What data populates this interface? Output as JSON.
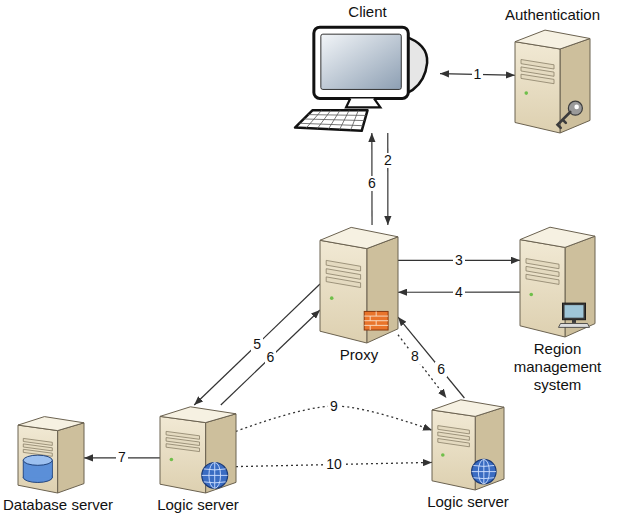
{
  "diagram": {
    "nodes": [
      {
        "text": [
          "Client"
        ]
      },
      {
        "text": [
          "Authentication"
        ]
      },
      {
        "text": [
          "Proxy"
        ]
      },
      {
        "text": [
          "Region management system"
        ]
      },
      {
        "text": [
          "Database server"
        ]
      },
      {
        "text": [
          "Logic server"
        ]
      },
      {
        "text": [
          "Logic server"
        ]
      }
    ],
    "edges": [
      {
        "from": 0,
        "to": 1,
        "arrow": "both",
        "label": "1"
      },
      {
        "from": 0,
        "to": 2,
        "arrow": "to",
        "label": "2"
      },
      {
        "from": 2,
        "to": 0,
        "arrow": "to",
        "label": "6"
      },
      {
        "from": 2,
        "to": 3,
        "arrow": "to",
        "label": "3"
      },
      {
        "from": 3,
        "to": 2,
        "arrow": "to",
        "label": "4"
      },
      {
        "from": 2,
        "to": 5,
        "arrow": "to",
        "label": "5"
      },
      {
        "from": 5,
        "to": 2,
        "arrow": "to",
        "label": "6"
      },
      {
        "from": 6,
        "to": 2,
        "arrow": "to",
        "label": "6"
      },
      {
        "from": 2,
        "to": 6,
        "arrow": "to",
        "label": "8"
      },
      {
        "from": 5,
        "to": 6,
        "arrow": "to",
        "label": "9"
      },
      {
        "from": 5,
        "to": 6,
        "arrow": "to",
        "label": "10"
      },
      {
        "from": 5,
        "to": 4,
        "arrow": "to",
        "label": "7"
      }
    ]
  }
}
